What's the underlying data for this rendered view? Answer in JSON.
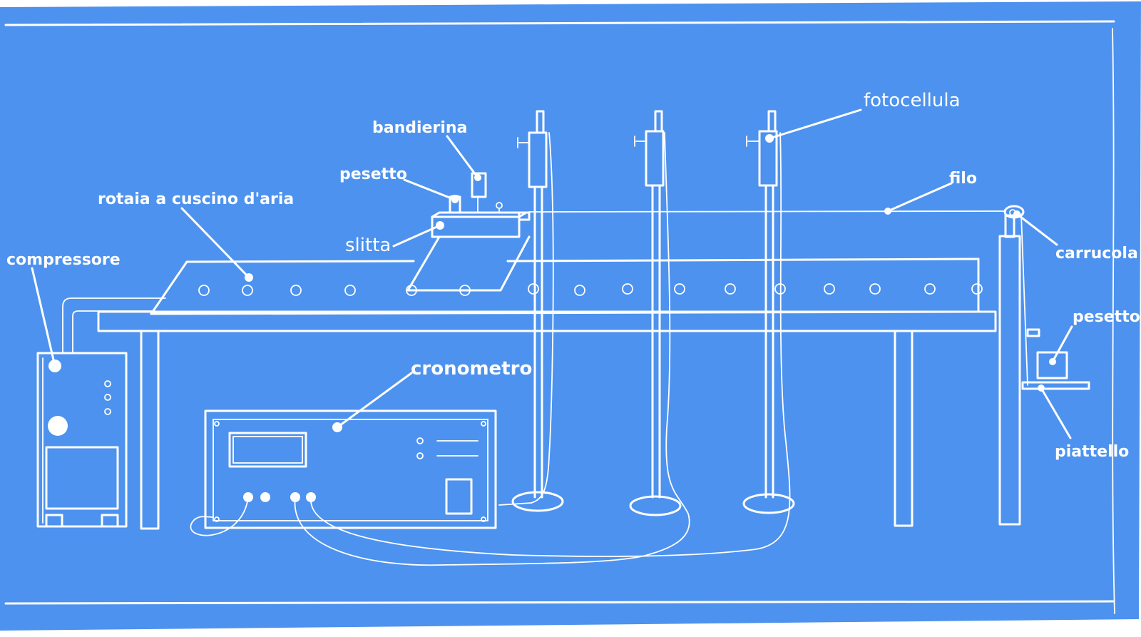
{
  "colors": {
    "background": "#4d92ee",
    "line": "#ffffff"
  },
  "labels": {
    "fotocellula": "fotocellula",
    "bandierina": "bandierina",
    "pesetto_top": "pesetto",
    "filo": "filo",
    "rotaia": "rotaia a cuscino d'aria",
    "slitta": "slitta",
    "compressore": "compressore",
    "carrucola": "carrucola",
    "pesetto_right": "pesetto",
    "cronometro": "cronometro",
    "piattello": "piattello"
  }
}
